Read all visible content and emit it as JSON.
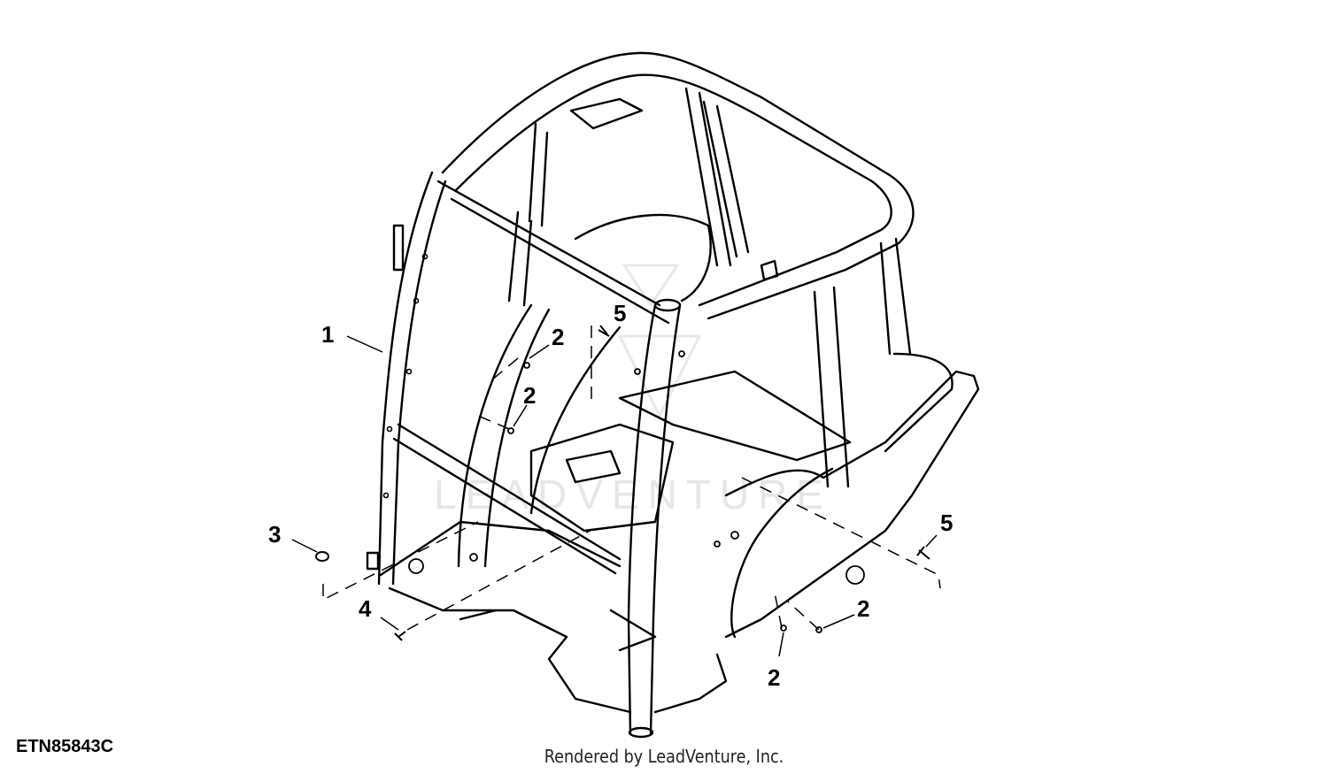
{
  "figure_id": "ETN85843C",
  "credit": "Rendered by LeadVenture, Inc.",
  "watermark": "LEADVENTURE",
  "callouts": [
    {
      "id": "c1",
      "label": "1"
    },
    {
      "id": "c2a",
      "label": "2"
    },
    {
      "id": "c2b",
      "label": "2"
    },
    {
      "id": "c2c",
      "label": "2"
    },
    {
      "id": "c2d",
      "label": "2"
    },
    {
      "id": "c3",
      "label": "3"
    },
    {
      "id": "c4",
      "label": "4"
    },
    {
      "id": "c5a",
      "label": "5"
    },
    {
      "id": "c5b",
      "label": "5"
    }
  ],
  "colors": {
    "line": "#000000",
    "background": "#ffffff",
    "watermark": "#e6e6e6"
  }
}
